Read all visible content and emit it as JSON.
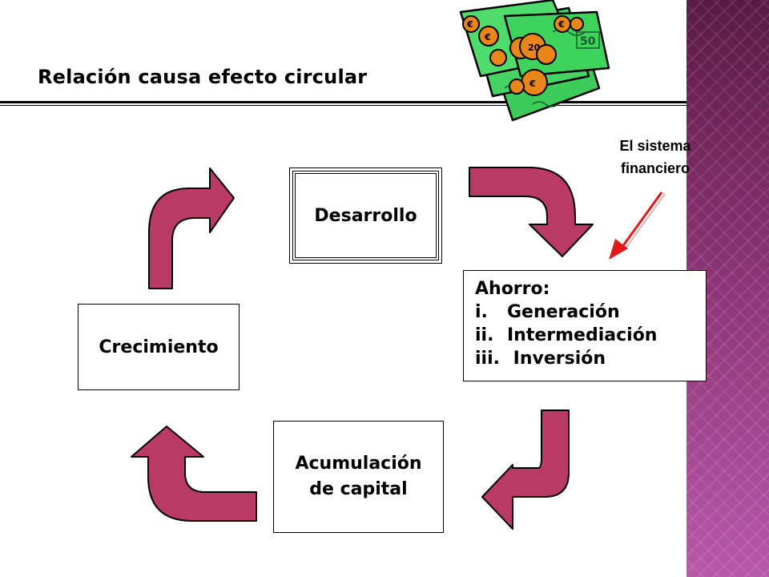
{
  "title": "Relación causa efecto circular",
  "boxes": {
    "desarrollo": "Desarrollo",
    "crecimiento": "Crecimiento",
    "acumulacion": [
      "Acumulación",
      "de capital"
    ],
    "ahorro": {
      "heading": "Ahorro:",
      "items": [
        {
          "num": "i.",
          "label": "Generación"
        },
        {
          "num": "ii.",
          "label": "Intermediación"
        },
        {
          "num": "iii.",
          "label": " Inversión"
        }
      ]
    }
  },
  "callout": [
    "El sistema",
    "financiero"
  ],
  "colors": {
    "arrow_fill": "#b83a65",
    "sidebar": "#8a3175",
    "pointer_arrow": "#e01a1a",
    "money_green": "#33cc55",
    "coin_orange": "#e8861a"
  },
  "icons": [
    "money-clipart-icon"
  ]
}
